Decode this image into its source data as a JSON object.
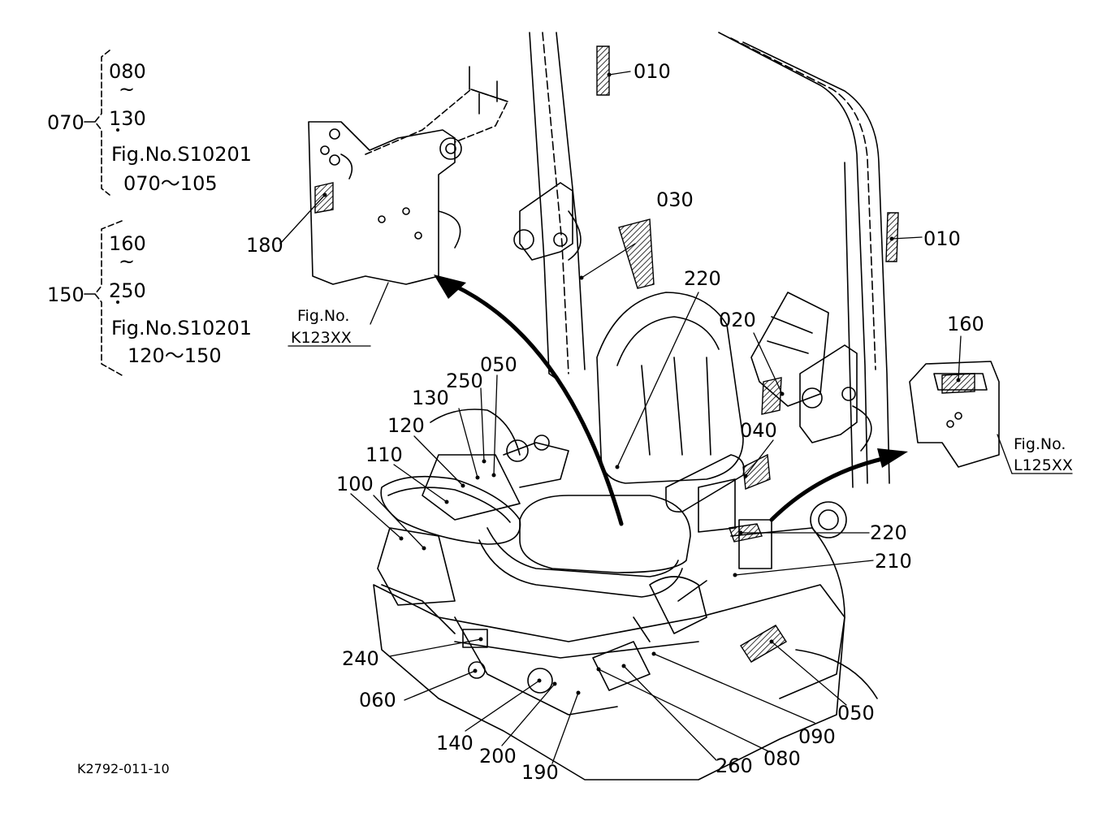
{
  "group_070": {
    "number": "070",
    "from": "080",
    "tilde": "~",
    "to": "130",
    "ref_fig": "Fig.No.S10201",
    "ref_range": "070～105"
  },
  "group_150": {
    "number": "150",
    "from": "160",
    "tilde": "~",
    "to": "250",
    "ref_fig": "Fig.No.S10201",
    "ref_range": "120～150"
  },
  "fig_refs": {
    "k123": {
      "line1": "Fig.No.",
      "line2": "K123XX"
    },
    "l125": {
      "line1": "Fig.No.",
      "line2": "L125XX"
    }
  },
  "callouts": {
    "c010_top": "010",
    "c010_right": "010",
    "c030": "030",
    "c220_top": "220",
    "c020": "020",
    "c160": "160",
    "c180": "180",
    "c050_top": "050",
    "c250": "250",
    "c130": "130",
    "c120": "120",
    "c110": "110",
    "c100": "100",
    "c040": "040",
    "c220_right": "220",
    "c210": "210",
    "c240": "240",
    "c060": "060",
    "c140": "140",
    "c200": "200",
    "c190": "190",
    "c260": "260",
    "c080": "080",
    "c090": "090",
    "c050_right": "050"
  },
  "drawing_code": "K2792-011-10"
}
